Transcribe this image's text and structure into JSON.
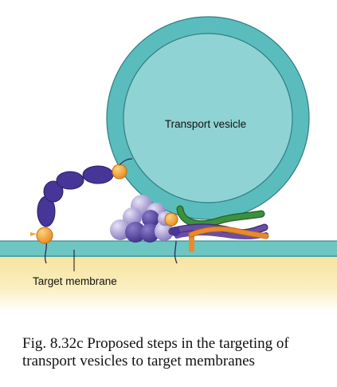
{
  "labels": {
    "vesicle": "Transport vesicle",
    "membrane": "Target membrane"
  },
  "caption": "Fig. 8.32c Proposed steps in the targeting of transport vesicles to target membranes",
  "colors": {
    "vesicle_outer": "#5bbcbd",
    "vesicle_inner": "#8fd3d4",
    "membrane": "#6ec6c3",
    "cytoplasm": "#fbeebe",
    "tether_purple": "#473597",
    "anchor_orange": "#f2a23a",
    "snare_green": "#3c9140",
    "snare_purple": "#6b4ea3",
    "snare_orange": "#e98b2c",
    "complex_lavender": "#a59bd2"
  }
}
